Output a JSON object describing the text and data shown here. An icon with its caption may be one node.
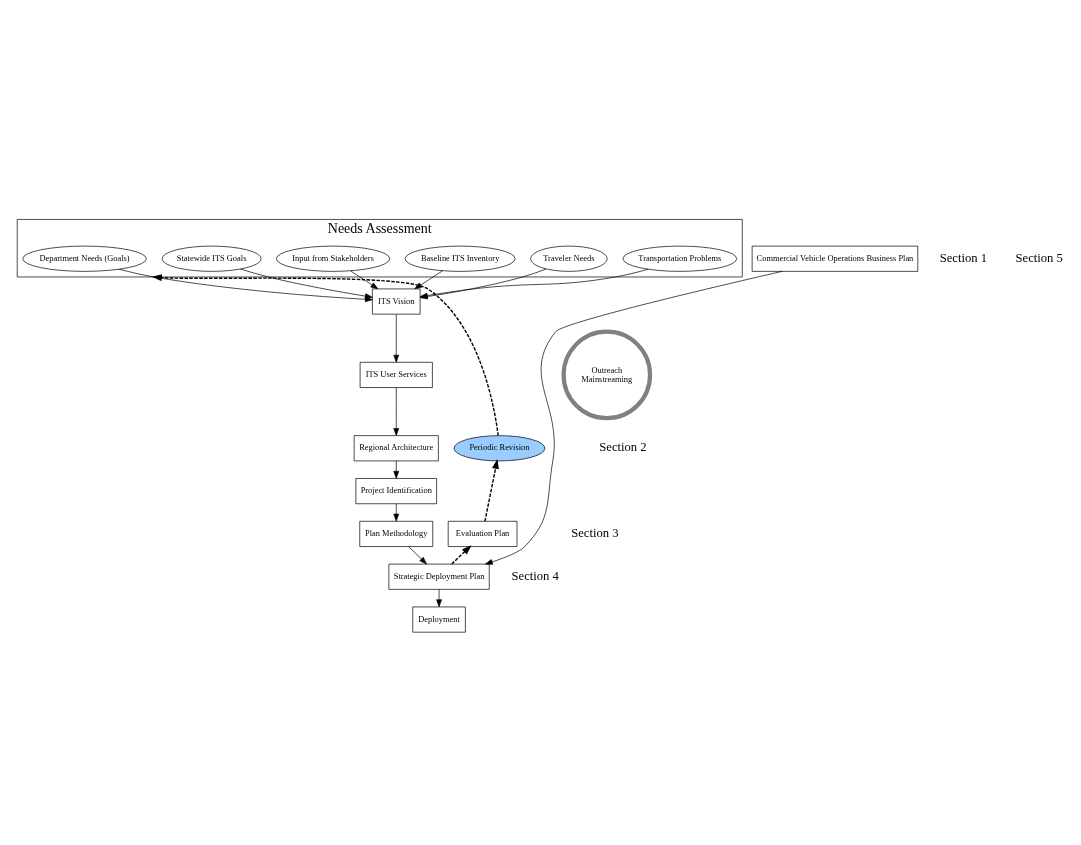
{
  "diagram": {
    "nodes": [
      {
        "text": [
          "Needs Assessment"
        ]
      },
      {
        "text": [
          "Transportation Problems"
        ],
        "in": 0
      },
      {
        "text": [
          "Traveler Needs"
        ],
        "in": 0
      },
      {
        "text": [
          "Baseline ITS Inventory"
        ],
        "in": 0
      },
      {
        "text": [
          "Input from Stakeholders"
        ],
        "in": 0
      },
      {
        "text": [
          "Statewide ITS Goals"
        ],
        "in": 0
      },
      {
        "text": [
          "Department Needs (Goals)"
        ],
        "in": 0
      },
      {
        "text": [
          "ITS Vision"
        ]
      },
      {
        "text": [
          "ITS User Services"
        ]
      },
      {
        "text": [
          "Regional Architecture"
        ]
      },
      {
        "text": [
          "Project Identification"
        ]
      },
      {
        "text": [
          "Plan Methodology"
        ]
      },
      {
        "text": [
          "Strategic Deployment Plan"
        ]
      },
      {
        "text": [
          "Commercial Vehicle Operations Business Plan"
        ]
      },
      {
        "text": [
          "Deployment"
        ]
      },
      {
        "text": [
          "Evaluation Plan"
        ]
      },
      {
        "text": [
          "Periodic Revision"
        ]
      },
      {
        "text": [
          "Outreach",
          "Mainstreaming"
        ]
      }
    ],
    "edges": [
      {
        "from": 1,
        "to": 7,
        "arrow": "to"
      },
      {
        "from": 2,
        "to": 7,
        "arrow": "to"
      },
      {
        "from": 3,
        "to": 7,
        "arrow": "to"
      },
      {
        "from": 4,
        "to": 7,
        "arrow": "to"
      },
      {
        "from": 5,
        "to": 7,
        "arrow": "to"
      },
      {
        "from": 6,
        "to": 7,
        "arrow": "to"
      },
      {
        "from": 7,
        "to": 8,
        "arrow": "to"
      },
      {
        "from": 8,
        "to": 9,
        "arrow": "to"
      },
      {
        "from": 9,
        "to": 10,
        "arrow": "to"
      },
      {
        "from": 10,
        "to": 11,
        "arrow": "to"
      },
      {
        "from": 11,
        "to": 12,
        "arrow": "to"
      },
      {
        "from": 13,
        "to": 12,
        "arrow": "to"
      },
      {
        "from": 12,
        "to": 14,
        "arrow": "to"
      },
      {
        "from": 12,
        "to": 15,
        "arrow": "to",
        "style": "dashed"
      },
      {
        "from": 15,
        "to": 16,
        "arrow": "to",
        "style": "dashed"
      },
      {
        "from": 16,
        "to": 0,
        "arrow": "to",
        "style": "dashed"
      }
    ],
    "labels": [
      "Section 1",
      "Section 2",
      "Section 3",
      "Section 4",
      "Section 5"
    ]
  }
}
